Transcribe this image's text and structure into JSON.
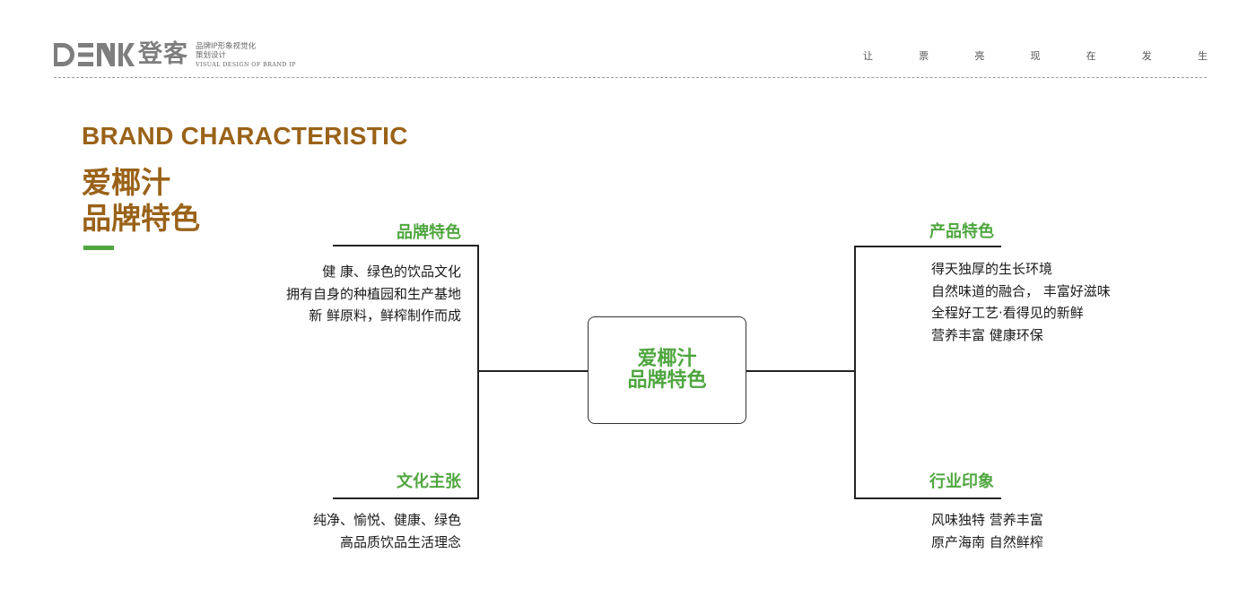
{
  "header": {
    "logo_mark": "DENK",
    "logo_cn": "登客",
    "logo_sub_line1": "品牌IP形象视觉化",
    "logo_sub_line2": "策划设计",
    "logo_sub_en": "VISUAL DESIGN OF BRAND IP",
    "slogan": [
      "让",
      "票",
      "亮",
      "现",
      "在",
      "发",
      "生"
    ]
  },
  "title": {
    "en": "BRAND CHARACTERISTIC",
    "cn_line1": "爱椰汁",
    "cn_line2": "品牌特色"
  },
  "center": {
    "line1": "爱椰汁",
    "line2": "品牌特色"
  },
  "branches": {
    "top_left": {
      "label": "品牌特色",
      "lines": [
        "健 康、绿色的饮品文化",
        "拥有自身的种植园和生产基地",
        "新 鲜原料，鲜榨制作而成"
      ]
    },
    "bottom_left": {
      "label": "文化主张",
      "lines": [
        "纯净、愉悦、健康、绿色",
        "高品质饮品生活理念"
      ]
    },
    "top_right": {
      "label": "产品特色",
      "lines": [
        "得天独厚的生长环境",
        "自然味道的融合， 丰富好滋味",
        "全程好工艺·看得见的新鲜",
        "营养丰富 健康环保"
      ]
    },
    "bottom_right": {
      "label": "行业印象",
      "lines": [
        "风味独特 营养丰富",
        "原产海南 自然鲜榨"
      ]
    }
  },
  "colors": {
    "brand_brown": "#9a6218",
    "accent_green": "#4fa63f",
    "logo_grey": "#7e7e7e"
  }
}
